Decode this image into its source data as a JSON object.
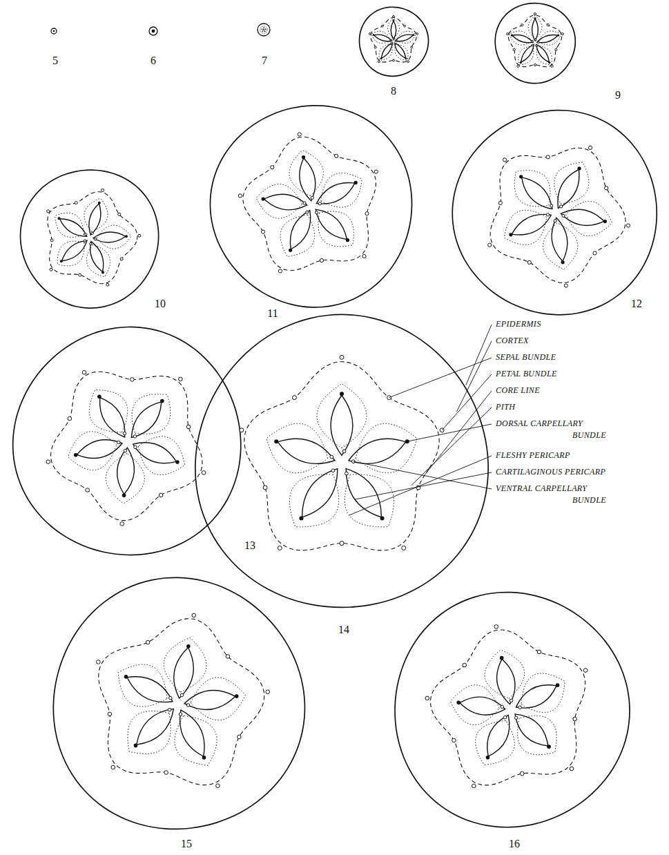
{
  "diagram": {
    "labels": [
      "5",
      "6",
      "7",
      "8",
      "9",
      "10",
      "11",
      "12",
      "13",
      "14",
      "15",
      "16",
      "EPIDERMIS",
      "CORTEX",
      "SEPAL BUNDLE",
      "PETAL BUNDLE",
      "CORE LINE",
      "PITH",
      "DORSAL CARPELLARY BUNDLE",
      "FLESHY PERICARP",
      "CARTILAGINOUS PERICARP",
      "VENTRAL CARPELLARY BUNDLE"
    ]
  }
}
